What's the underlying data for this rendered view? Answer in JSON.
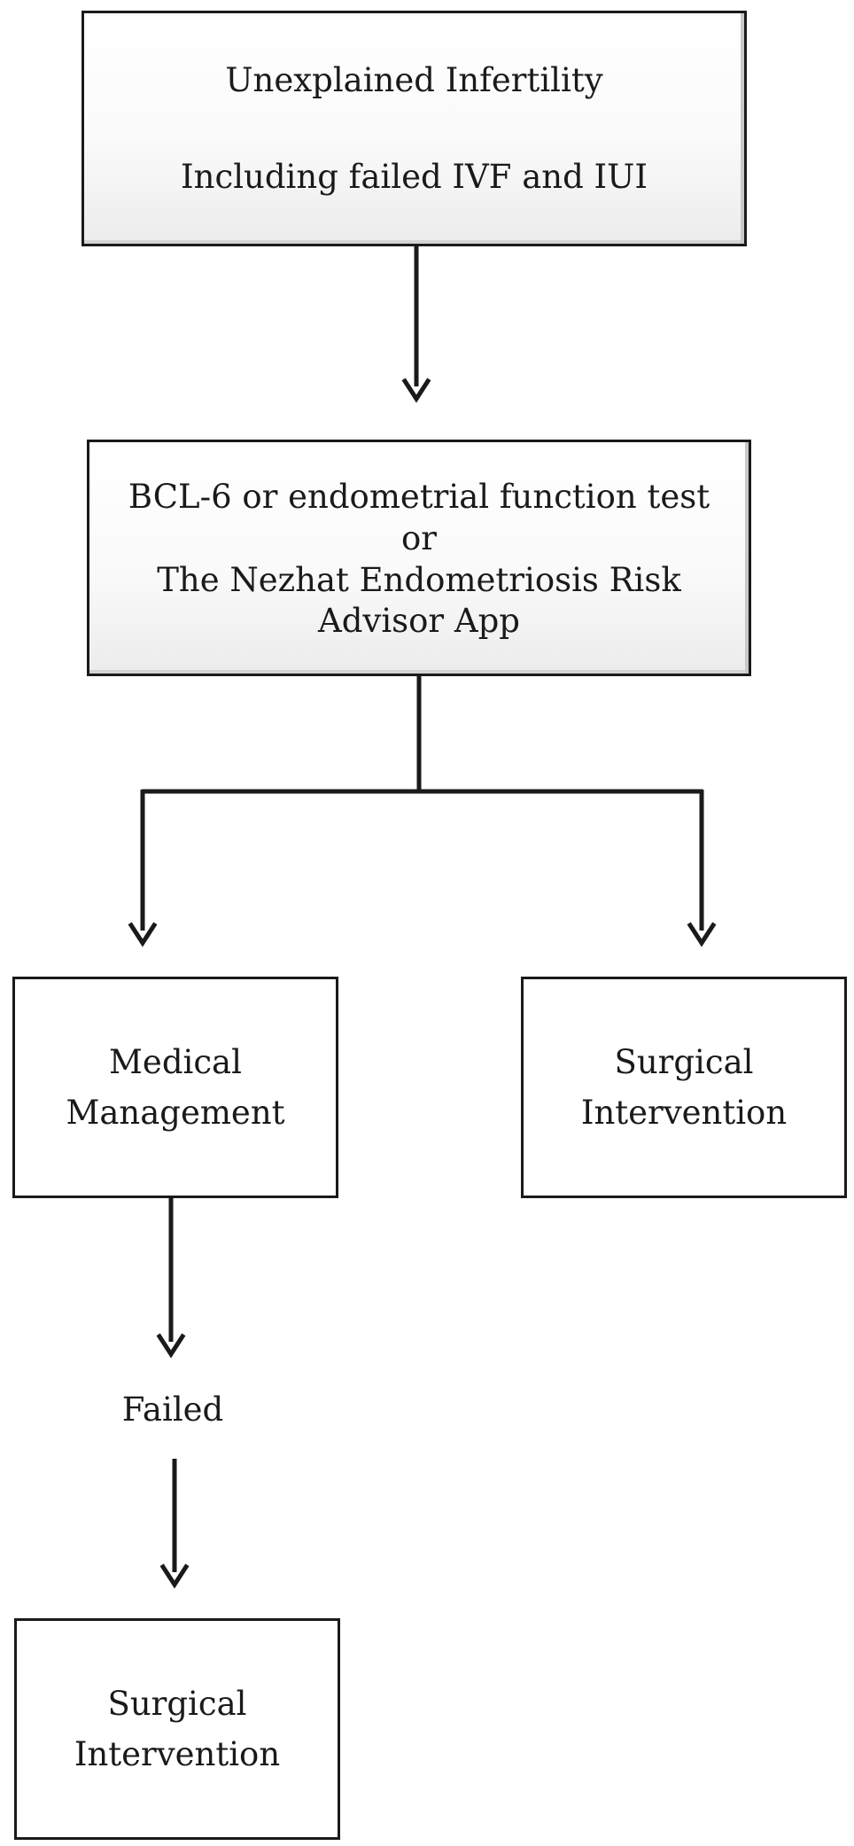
{
  "diagram": {
    "nodes": {
      "top": {
        "lines": [
          "Unexplained Infertility",
          "Including failed IVF and IUI"
        ]
      },
      "test": {
        "lines": [
          "BCL-6 or endometrial function test",
          "or",
          "The Nezhat Endometriosis Risk",
          "Advisor App"
        ]
      },
      "medical": {
        "lines": [
          "Medical",
          "Management"
        ]
      },
      "surgical_right": {
        "lines": [
          "Surgical",
          "Intervention"
        ]
      },
      "surgical_bottom": {
        "lines": [
          "Surgical",
          "Intervention"
        ]
      }
    },
    "labels": {
      "failed": "Failed"
    },
    "edges": [
      {
        "from": "top",
        "to": "test"
      },
      {
        "from": "test",
        "to": "medical"
      },
      {
        "from": "test",
        "to": "surgical_right"
      },
      {
        "from": "medical",
        "to": "failed"
      },
      {
        "from": "failed",
        "to": "surgical_bottom"
      }
    ],
    "colors": {
      "stroke": "#1a1a1a",
      "text": "#1a1a1a",
      "background": "#ffffff"
    }
  }
}
